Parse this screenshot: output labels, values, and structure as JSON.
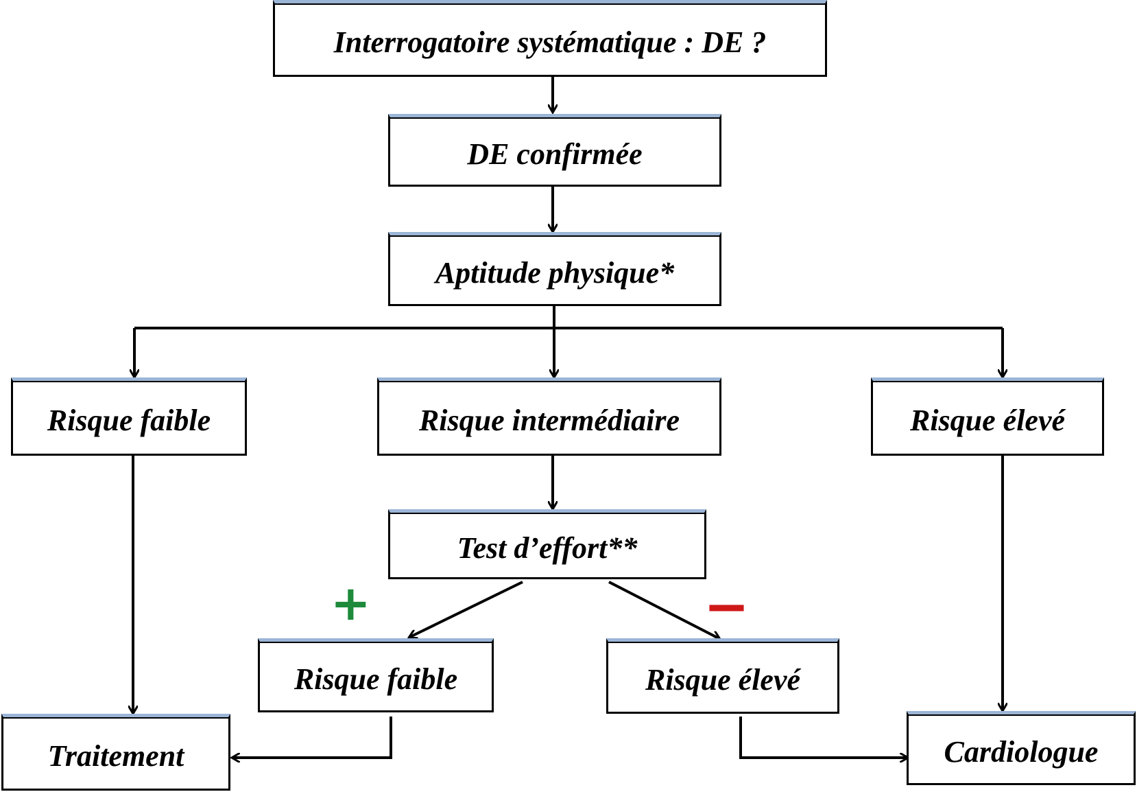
{
  "nodes": {
    "interrogatoire": "Interrogatoire systématique : DE ?",
    "de_confirmee": "DE confirmée",
    "aptitude": "Aptitude physique*",
    "risque_faible_1": "Risque faible",
    "risque_intermediaire": "Risque intermédiaire",
    "risque_eleve_1": "Risque élevé",
    "test_effort": "Test d’effort**",
    "risque_faible_2": "Risque faible",
    "risque_eleve_2": "Risque élevé",
    "traitement": "Traitement",
    "cardiologue": "Cardiologue"
  },
  "signs": {
    "plus": "+",
    "minus": "−"
  },
  "colors": {
    "box_border": "#000000",
    "box_top_accent": "#9bb5d6",
    "plus": "#1e8a3c",
    "minus": "#d01818",
    "arrow": "#000000"
  }
}
